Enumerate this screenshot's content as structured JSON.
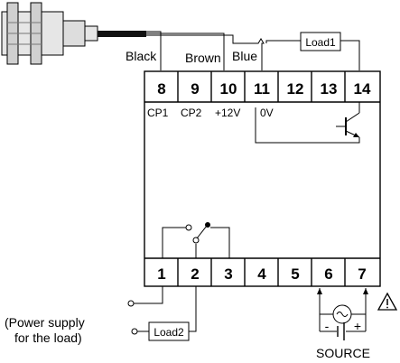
{
  "sensor": {
    "wire_labels": [
      "Black",
      "Brown",
      "Blue"
    ]
  },
  "top_terminals": [
    "8",
    "9",
    "10",
    "11",
    "12",
    "13",
    "14"
  ],
  "top_sublabels": [
    "CP1",
    "CP2",
    "+12V",
    "0V"
  ],
  "bottom_terminals": [
    "1",
    "2",
    "3",
    "4",
    "5",
    "6",
    "7"
  ],
  "loads": {
    "load1": "Load1",
    "load2": "Load2"
  },
  "power_note": {
    "line1": "(Power supply",
    "line2": "for the load)"
  },
  "source": {
    "label": "SOURCE",
    "minus": "-",
    "plus": "+"
  },
  "warning_symbol": "⚠"
}
